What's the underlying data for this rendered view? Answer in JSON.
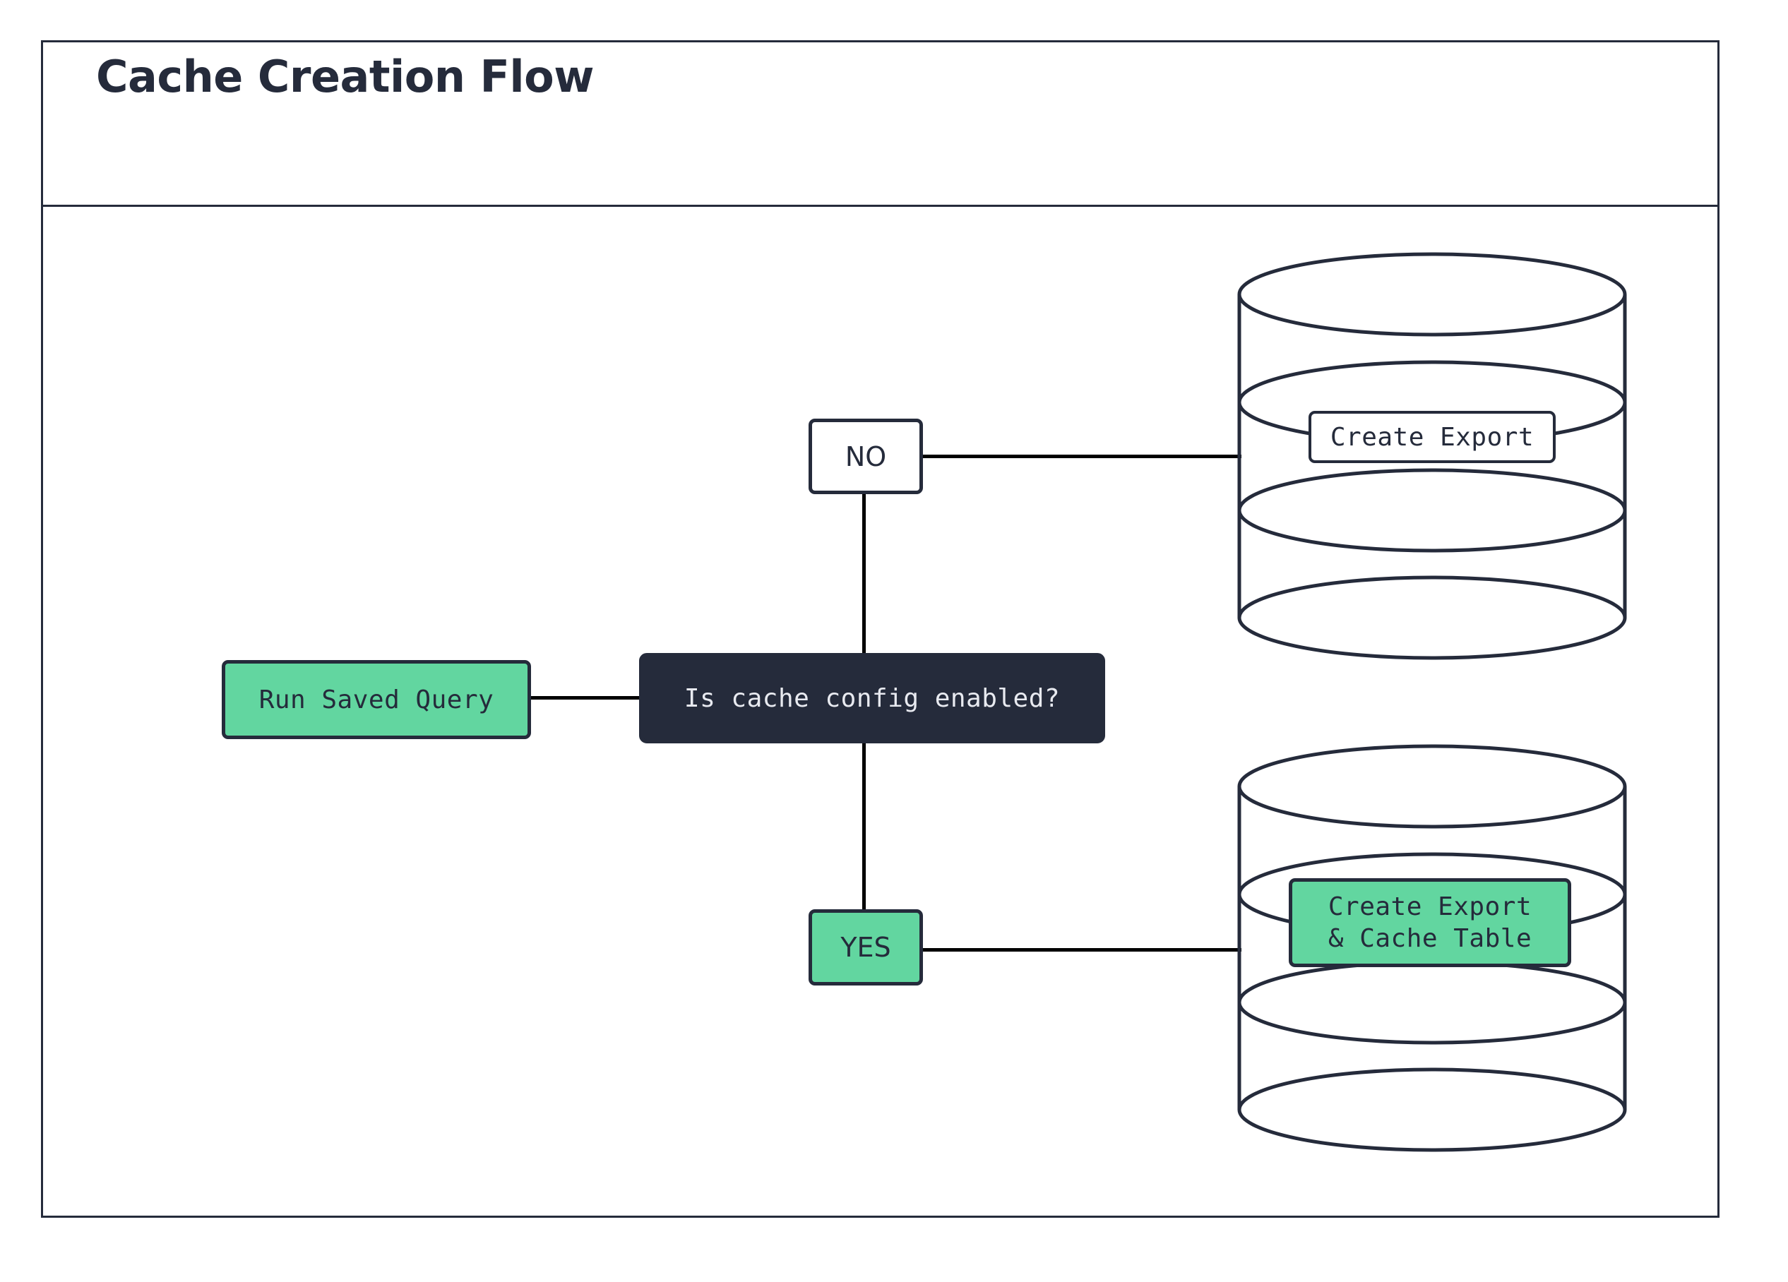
{
  "diagram": {
    "title": "Cache Creation Flow",
    "frame_border_color": "#252B3B",
    "accent_green": "#62D6A0",
    "dark_fill": "#252B3B",
    "edge_color": "#000000",
    "background": "#FFFFFF"
  },
  "nodes": {
    "start": {
      "label": "Run Saved Query",
      "shape": "rounded-rect",
      "fill": "#62D6A0"
    },
    "decision": {
      "label": "Is cache config enabled?",
      "shape": "rounded-rect",
      "fill": "#252B3B",
      "text_color": "#E8EAF0"
    },
    "branch_no": {
      "label": "NO",
      "shape": "rounded-rect",
      "fill": "#FFFFFF"
    },
    "branch_yes": {
      "label": "YES",
      "shape": "rounded-rect",
      "fill": "#62D6A0"
    },
    "db_export": {
      "shape": "database-cylinder",
      "label": "Create Export",
      "tag_fill": "#FFFFFF"
    },
    "db_export_cache": {
      "shape": "database-cylinder",
      "label_line_1": "Create Export",
      "label_line_2": "& Cache Table",
      "tag_fill": "#62D6A0"
    }
  },
  "edges": [
    {
      "from": "start",
      "to": "decision",
      "label": ""
    },
    {
      "from": "decision",
      "to": "branch_no",
      "label": ""
    },
    {
      "from": "branch_no",
      "to": "db_export",
      "label": ""
    },
    {
      "from": "decision",
      "to": "branch_yes",
      "label": ""
    },
    {
      "from": "branch_yes",
      "to": "db_export_cache",
      "label": ""
    }
  ]
}
